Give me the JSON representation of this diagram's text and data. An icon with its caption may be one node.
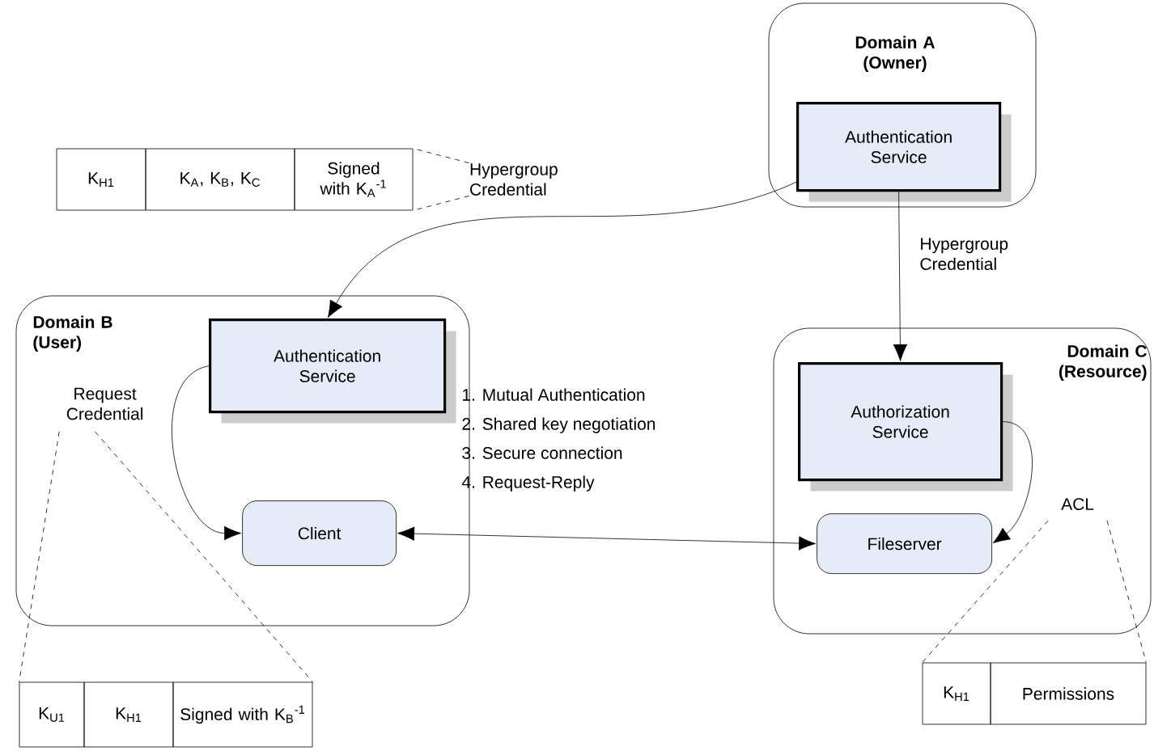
{
  "diagram": {
    "nodes": [
      {
        "text": [
          "Domain A (Owner)"
        ]
      },
      {
        "text": [
          "Authentication Service"
        ],
        "in": 0
      },
      {
        "text": [
          "Domain B (User)"
        ]
      },
      {
        "text": [
          "Authentication Service"
        ],
        "in": 2
      },
      {
        "text": [
          "Client"
        ],
        "in": 2
      },
      {
        "text": [
          "Domain C (Resource)"
        ]
      },
      {
        "text": [
          "Authorization Service"
        ],
        "in": 5
      },
      {
        "text": [
          "Fileserver"
        ],
        "in": 5
      },
      {
        "text": [
          "K$_{H1}$",
          "K$_{A}$, K$_{B}$, K$_{C}$",
          "Signed with K$_{A}$$^{-1}$"
        ]
      },
      {
        "text": [
          "Hypergroup Credential"
        ]
      },
      {
        "text": [
          "Request Credential"
        ],
        "in": 2
      },
      {
        "text": [
          "K$_{U1}$",
          "K$_{H1}$",
          "Signed with K$_{B}$$^{-1}$"
        ]
      },
      {
        "text": [
          "ACL"
        ],
        "in": 5
      },
      {
        "text": [
          "K$_{H1}$",
          "Permissions"
        ]
      }
    ],
    "edges": [
      {
        "from": 1,
        "to": 3,
        "arrow": "to"
      },
      {
        "from": 1,
        "to": 6,
        "arrow": "to",
        "label": "Hypergroup Credential"
      },
      {
        "from": 3,
        "to": 4,
        "arrow": "to"
      },
      {
        "from": 6,
        "to": 7,
        "arrow": "to"
      },
      {
        "from": 4,
        "to": 7,
        "arrow": "both"
      },
      {
        "from": 9,
        "to": 8,
        "arrow": "none",
        "style": "dashed"
      },
      {
        "from": 9,
        "to": 8,
        "arrow": "none",
        "style": "dashed"
      },
      {
        "from": 10,
        "to": 11,
        "arrow": "none",
        "style": "dashed"
      },
      {
        "from": 10,
        "to": 11,
        "arrow": "none",
        "style": "dashed"
      },
      {
        "from": 12,
        "to": 13,
        "arrow": "none",
        "style": "dashed"
      },
      {
        "from": 12,
        "to": 13,
        "arrow": "none",
        "style": "dashed"
      }
    ],
    "labels": [
      "1. Mutual Authentication",
      "2. Shared key negotiation",
      "3. Secure connection",
      "4. Request-Reply"
    ]
  }
}
